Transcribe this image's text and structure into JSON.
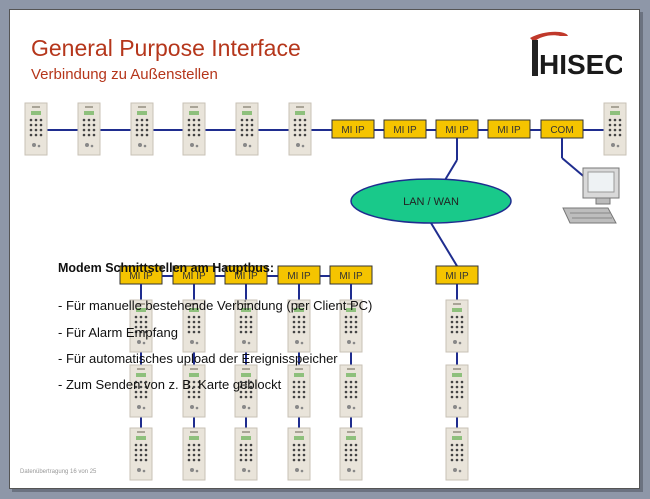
{
  "slide": {
    "title": "General Purpose Interface",
    "subtitle": "Verbindung zu Außenstellen",
    "logo_text": "HISEC",
    "footer": "Datenübertragung 16 von 25"
  },
  "diagram": {
    "top_row_modules": [
      "MI IP",
      "MI IP",
      "MI IP",
      "MI IP"
    ],
    "com_label": "COM",
    "cloud_label": "LAN / WAN",
    "lower_row_modules": [
      "MI IP",
      "MI IP",
      "MI IP",
      "MI IP",
      "MI IP"
    ],
    "right_column_module": "MI IP"
  },
  "text": {
    "heading": "Modem Schnittstellen am Hauptbus:",
    "bullets": [
      "- Für manuelle bestehende Verbindung (per Client PC)",
      "- Für Alarm Empfang",
      "- Für automatisches upload der Ereignisspeicher",
      "- Zum Senden von z. B. Karte geblockt"
    ]
  },
  "colors": {
    "title": "#b5361b",
    "module_fill": "#f5c400",
    "link": "#1f2d8f",
    "cloud_fill": "#19c98a"
  }
}
